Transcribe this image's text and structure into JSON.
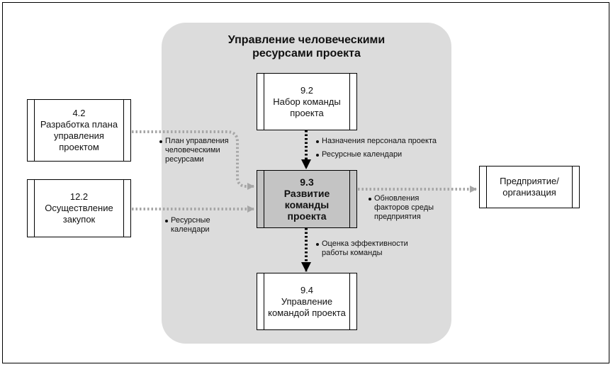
{
  "group_title": "Управление человеческими\nресурсами проекта",
  "processes": {
    "p92": {
      "number": "9.2",
      "label": "Набор команды\nпроекта"
    },
    "p93": {
      "number": "9.3",
      "label": "Развитие\nкоманды\nпроекта"
    },
    "p94": {
      "number": "9.4",
      "label": "Управление\nкомандой проекта"
    },
    "p42": {
      "number": "4.2",
      "label": "Разработка плана\nуправления\nпроектом"
    },
    "p122": {
      "number": "12.2",
      "label": "Осуществление\nзакупок"
    },
    "enterprise": {
      "label": "Предприятие/\nорганизация"
    }
  },
  "flows": {
    "hr_plan": "План управления\nчеловеческими\nресурсами",
    "staff_assignments": "Назначения персонала проекта",
    "resource_calendars_1": "Ресурсные календари",
    "resource_calendars_2": "Ресурсные\nкалендари",
    "eef_updates": "Обновления\nфакторов среды\nпредприятия",
    "team_performance": "Оценка эффективности\nработы команды"
  },
  "colors": {
    "group_background": "#dcdcdc",
    "highlight_process": "#c4c4c4",
    "external_flow": "#a6a6a6",
    "internal_flow": "#000000"
  }
}
